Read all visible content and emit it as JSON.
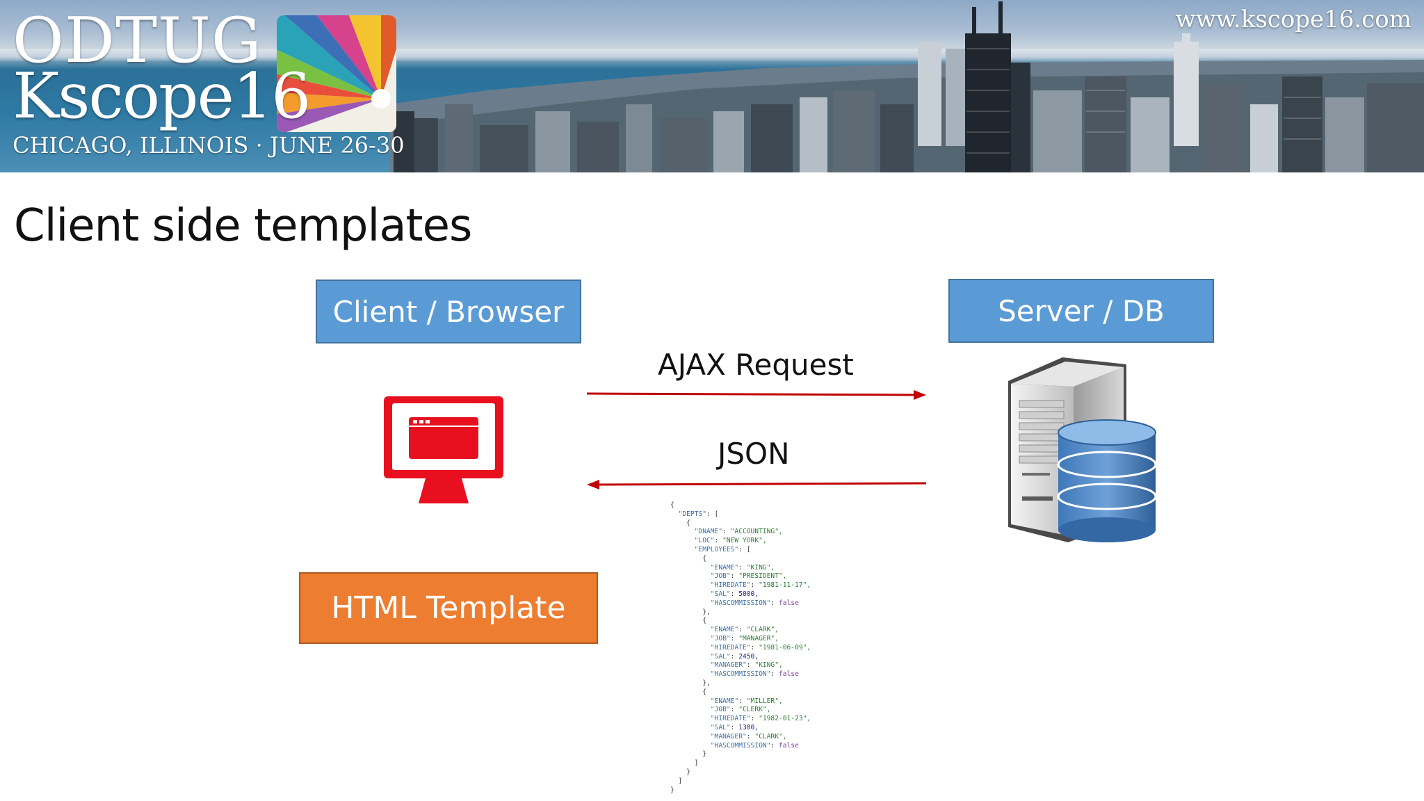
{
  "banner": {
    "logo_line1": "ODTUG",
    "logo_line2": "Kscope16",
    "logo_location": "CHICAGO, ILLINOIS · JUNE 26-30",
    "site_url": "www.kscope16.com"
  },
  "slide": {
    "title": "Client side templates"
  },
  "diagram": {
    "client_label": "Client / Browser",
    "server_label": "Server / DB",
    "template_label": "HTML Template",
    "request_label": "AJAX Request",
    "response_label": "JSON",
    "arrow_color": "#c00000",
    "client_box_color": "#5b9bd5",
    "server_box_color": "#5b9bd5",
    "template_box_color": "#ed7d31",
    "monitor_icon": "monitor-icon",
    "server_icon": "server-database-icon"
  },
  "json_snippet": {
    "lines": [
      "{",
      "  \"DEPTS\": [",
      "    {",
      "      \"DNAME\": \"ACCOUNTING\",",
      "      \"LOC\": \"NEW YORK\",",
      "      \"EMPLOYEES\": [",
      "        {",
      "          \"ENAME\": \"KING\",",
      "          \"JOB\": \"PRESIDENT\",",
      "          \"HIREDATE\": \"1981-11-17\",",
      "          \"SAL\": 5000,",
      "          \"HASCOMMISSION\": false",
      "        },",
      "        {",
      "          \"ENAME\": \"CLARK\",",
      "          \"JOB\": \"MANAGER\",",
      "          \"HIREDATE\": \"1981-06-09\",",
      "          \"SAL\": 2450,",
      "          \"MANAGER\": \"KING\",",
      "          \"HASCOMMISSION\": false",
      "        },",
      "        {",
      "          \"ENAME\": \"MILLER\",",
      "          \"JOB\": \"CLERK\",",
      "          \"HIREDATE\": \"1982-01-23\",",
      "          \"SAL\": 1300,",
      "          \"MANAGER\": \"CLARK\",",
      "          \"HASCOMMISSION\": false",
      "        }",
      "      ]",
      "    }",
      "  ]",
      "}"
    ]
  }
}
